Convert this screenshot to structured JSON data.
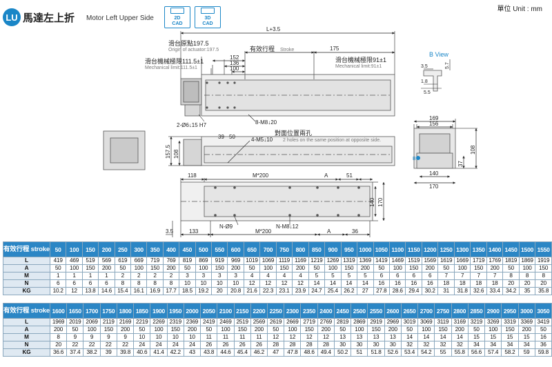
{
  "header": {
    "badge": "LU",
    "title": "馬達左上折",
    "subtitle": "Motor Left Upper Side",
    "cad_2d": [
      "2D",
      "CAD"
    ],
    "cad_3d": [
      "3D",
      "CAD"
    ],
    "unit": "單位 Unit : mm"
  },
  "drawing": {
    "l_plus": "L+3.5",
    "origin_zh": "滑台原點197.5",
    "origin_en": "Origin of actuator:197.5",
    "stroke_zh": "有效行程",
    "stroke_en": "Stroke",
    "mech_left_zh": "滑台機械極限111.5±1",
    "mech_left_en": "Mechanical limit:111.5±1",
    "mech_right_zh": "滑台機械極限91±1",
    "mech_right_en": "Mechanical limit:91±1",
    "d152": "152",
    "d136": "136",
    "d100": "100",
    "d175": "175",
    "hole_h7": "2-Ø6↓15 H7",
    "m8_20": "8-M8↓20",
    "opposite_zh": "對面位置兩孔",
    "m5_10": "4-M5↓10",
    "opposite_en": "2 holes on the same position at opposite side.",
    "d39": "39",
    "d50": "50",
    "d157": "157.5",
    "d108": "108",
    "d118": "118",
    "m200": "M*200",
    "a": "A",
    "d51": "51",
    "d140": "140",
    "d170": "170",
    "n_o9": "N-Ø9",
    "n_m8": "N-M8↓12",
    "d3_5": "3.5",
    "d133": "133",
    "m200b": "M*200",
    "a2": "A",
    "d36": "36",
    "bview": "B View",
    "bv_35": "3.5",
    "bv_57": "5.7",
    "bv_18": "1.8",
    "bv_55": "5.5",
    "ev_169": "169",
    "ev_156": "156",
    "ev_108": "108",
    "ev_37": "37",
    "ev_140": "140",
    "ev_170": "170",
    "ev_b": "B"
  },
  "table1": {
    "head": "有效行程 stroke",
    "strokes": [
      "50",
      "100",
      "150",
      "200",
      "250",
      "300",
      "350",
      "400",
      "450",
      "500",
      "550",
      "600",
      "650",
      "700",
      "750",
      "800",
      "850",
      "900",
      "950",
      "1000",
      "1050",
      "1100",
      "1150",
      "1200",
      "1250",
      "1300",
      "1350",
      "1400",
      "1450",
      "1500",
      "1550"
    ],
    "rows": [
      {
        "label": "L",
        "values": [
          "419",
          "469",
          "519",
          "569",
          "619",
          "669",
          "719",
          "769",
          "819",
          "869",
          "919",
          "969",
          "1019",
          "1069",
          "1119",
          "1169",
          "1219",
          "1269",
          "1319",
          "1369",
          "1419",
          "1469",
          "1519",
          "1569",
          "1619",
          "1669",
          "1719",
          "1769",
          "1819",
          "1869",
          "1919"
        ]
      },
      {
        "label": "A",
        "values": [
          "50",
          "100",
          "150",
          "200",
          "50",
          "100",
          "150",
          "200",
          "50",
          "100",
          "150",
          "200",
          "50",
          "100",
          "150",
          "200",
          "50",
          "100",
          "150",
          "200",
          "50",
          "100",
          "150",
          "200",
          "50",
          "100",
          "150",
          "200",
          "50",
          "100",
          "150"
        ]
      },
      {
        "label": "M",
        "values": [
          "1",
          "1",
          "1",
          "1",
          "2",
          "2",
          "2",
          "2",
          "3",
          "3",
          "3",
          "3",
          "4",
          "4",
          "4",
          "4",
          "5",
          "5",
          "5",
          "5",
          "6",
          "6",
          "6",
          "6",
          "7",
          "7",
          "7",
          "7",
          "8",
          "8",
          "8"
        ]
      },
      {
        "label": "N",
        "values": [
          "6",
          "6",
          "6",
          "6",
          "8",
          "8",
          "8",
          "8",
          "10",
          "10",
          "10",
          "10",
          "12",
          "12",
          "12",
          "12",
          "14",
          "14",
          "14",
          "14",
          "16",
          "16",
          "16",
          "16",
          "18",
          "18",
          "18",
          "18",
          "20",
          "20",
          "20"
        ]
      },
      {
        "label": "KG",
        "values": [
          "10.2",
          "12",
          "13.8",
          "14.6",
          "15.4",
          "16.1",
          "16.9",
          "17.7",
          "18.5",
          "19.2",
          "20",
          "20.8",
          "21.6",
          "22.3",
          "23.1",
          "23.9",
          "24.7",
          "25.4",
          "26.2",
          "27",
          "27.8",
          "28.6",
          "29.4",
          "30.2",
          "31",
          "31.8",
          "32.6",
          "33.4",
          "34.2",
          "35",
          "35.8"
        ]
      }
    ]
  },
  "table2": {
    "head": "有效行程 stroke",
    "strokes": [
      "1600",
      "1650",
      "1700",
      "1750",
      "1800",
      "1850",
      "1900",
      "1950",
      "2000",
      "2050",
      "2100",
      "2150",
      "2200",
      "2250",
      "2300",
      "2350",
      "2400",
      "2450",
      "2500",
      "2550",
      "2600",
      "2650",
      "2700",
      "2750",
      "2800",
      "2850",
      "2900",
      "2950",
      "3000",
      "3050"
    ],
    "rows": [
      {
        "label": "L",
        "values": [
          "1969",
          "2019",
          "2069",
          "2119",
          "2169",
          "2219",
          "2269",
          "2319",
          "2369",
          "2419",
          "2469",
          "2519",
          "2569",
          "2619",
          "2669",
          "2719",
          "2769",
          "2819",
          "2869",
          "2919",
          "2969",
          "3019",
          "3069",
          "3119",
          "3169",
          "3219",
          "3269",
          "3319",
          "3369",
          "3419"
        ]
      },
      {
        "label": "A",
        "values": [
          "200",
          "50",
          "100",
          "150",
          "200",
          "50",
          "100",
          "150",
          "200",
          "50",
          "100",
          "150",
          "200",
          "50",
          "100",
          "150",
          "200",
          "50",
          "100",
          "150",
          "200",
          "50",
          "100",
          "150",
          "200",
          "50",
          "100",
          "150",
          "200",
          "50"
        ]
      },
      {
        "label": "M",
        "values": [
          "8",
          "9",
          "9",
          "9",
          "9",
          "10",
          "10",
          "10",
          "10",
          "11",
          "11",
          "11",
          "11",
          "12",
          "12",
          "12",
          "12",
          "13",
          "13",
          "13",
          "13",
          "14",
          "14",
          "14",
          "14",
          "15",
          "15",
          "15",
          "15",
          "16"
        ]
      },
      {
        "label": "N",
        "values": [
          "20",
          "22",
          "22",
          "22",
          "22",
          "24",
          "24",
          "24",
          "24",
          "26",
          "26",
          "26",
          "26",
          "28",
          "28",
          "28",
          "28",
          "30",
          "30",
          "30",
          "30",
          "32",
          "32",
          "32",
          "32",
          "34",
          "34",
          "34",
          "34",
          "36"
        ]
      },
      {
        "label": "KG",
        "values": [
          "36.6",
          "37.4",
          "38.2",
          "39",
          "39.8",
          "40.6",
          "41.4",
          "42.2",
          "43",
          "43.8",
          "44.6",
          "45.4",
          "46.2",
          "47",
          "47.8",
          "48.6",
          "49.4",
          "50.2",
          "51",
          "51.8",
          "52.6",
          "53.4",
          "54.2",
          "55",
          "55.8",
          "56.6",
          "57.4",
          "58.2",
          "59",
          "59.8"
        ]
      }
    ]
  }
}
